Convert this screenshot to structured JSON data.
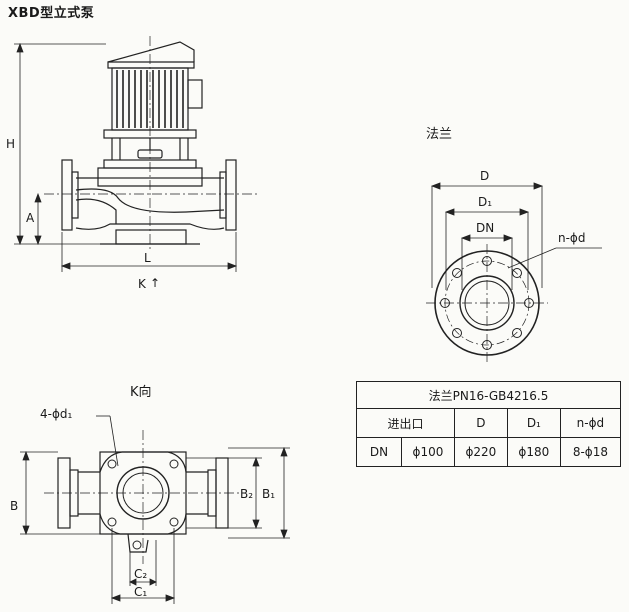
{
  "title": "XBD型立式泵",
  "front_view": {
    "dim_labels": {
      "height": "H",
      "axis_height": "A",
      "length": "L",
      "overall_length": "K"
    },
    "arrow_glyph": "↑"
  },
  "flange_view": {
    "title": "法兰",
    "dim_labels": {
      "outer": "D",
      "bolt_circle": "D₁",
      "nominal": "DN",
      "holes": "n-ϕd"
    }
  },
  "k_view": {
    "title": "K向",
    "dim_labels": {
      "base_holes": "4-ϕd₁",
      "height": "B",
      "b1": "B₁",
      "b2": "B₂",
      "c2": "C₂",
      "c1": "C₁"
    }
  },
  "spec_table": {
    "caption": "法兰PN16-GB4216.5",
    "headers": [
      "进出口",
      "D",
      "D₁",
      "n-ϕd"
    ],
    "rows": [
      {
        "label": "DN",
        "values": [
          "ϕ100",
          "ϕ220",
          "ϕ180",
          "8-ϕ18"
        ]
      }
    ]
  }
}
